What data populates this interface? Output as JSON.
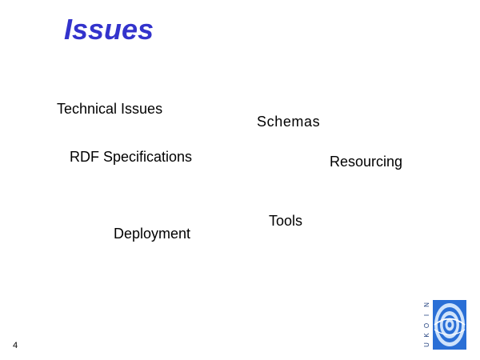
{
  "slide": {
    "title": "Issues",
    "topics": {
      "technical": "Technical Issues",
      "schemas": "Schemas",
      "rdf": "RDF Specifications",
      "resourcing": "Resourcing",
      "tools": "Tools",
      "deployment": "Deployment"
    },
    "page_number": "4",
    "logo": {
      "letters": [
        "N",
        "I",
        "O",
        "K",
        "U"
      ],
      "colors": {
        "primary": "#2a6fd6",
        "light": "#cfe3fb",
        "text": "#1a3a7a"
      }
    },
    "title_color": "#3333cc"
  }
}
